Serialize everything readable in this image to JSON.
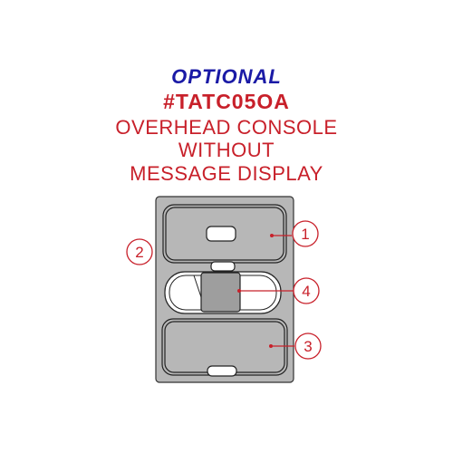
{
  "header": {
    "optional_label": "OPTIONAL",
    "part_number": "#TATC05OA",
    "description_lines": [
      "OVERHEAD CONSOLE",
      "WITHOUT",
      "MESSAGE DISPLAY"
    ]
  },
  "callouts": [
    {
      "id": "1",
      "label": "1"
    },
    {
      "id": "2",
      "label": "2"
    },
    {
      "id": "3",
      "label": "3"
    },
    {
      "id": "4",
      "label": "4"
    }
  ],
  "colors": {
    "optional_text": "#1a1aa6",
    "part_number_text": "#c8202a",
    "description_text": "#c8202a",
    "panel_fill": "#b7b7b7",
    "panel_stroke": "#333333",
    "callout_stroke": "#c8202a",
    "callout_number": "#c8202a"
  }
}
